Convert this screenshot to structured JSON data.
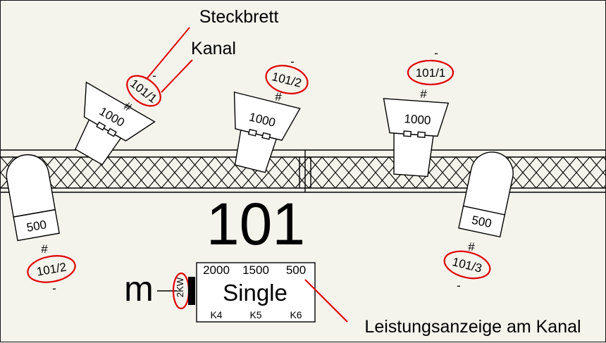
{
  "annotations": {
    "plug_board": "Steckbrett",
    "channel": "Kanal",
    "power_display": "Leistungsanzeige am Kanal"
  },
  "circuit_number": "101",
  "dimmer": {
    "symbol": "m",
    "rating": "2KW",
    "mode": "Single",
    "values": [
      {
        "text": "2000",
        "color": "#e00000"
      },
      {
        "text": "1500",
        "color": "#22cc22"
      },
      {
        "text": "500",
        "color": "#22cc22"
      }
    ],
    "channels": [
      "K4",
      "K5",
      "K6"
    ]
  },
  "fixtures": [
    {
      "wattage": "500",
      "hash": "#",
      "circuit": "101/2",
      "dash": "-"
    },
    {
      "wattage": "1000",
      "hash": "#",
      "circuit": "101/1",
      "dash": "-"
    },
    {
      "wattage": "1000",
      "hash": "#",
      "circuit": "101/2",
      "dash": "-"
    },
    {
      "wattage": "1000",
      "hash": "#",
      "circuit": "101/1",
      "dash": "-"
    },
    {
      "wattage": "500",
      "hash": "#",
      "circuit": "101/3",
      "dash": "-"
    }
  ],
  "colors": {
    "annotation": "#e00000",
    "background": "#f4f4ed"
  }
}
